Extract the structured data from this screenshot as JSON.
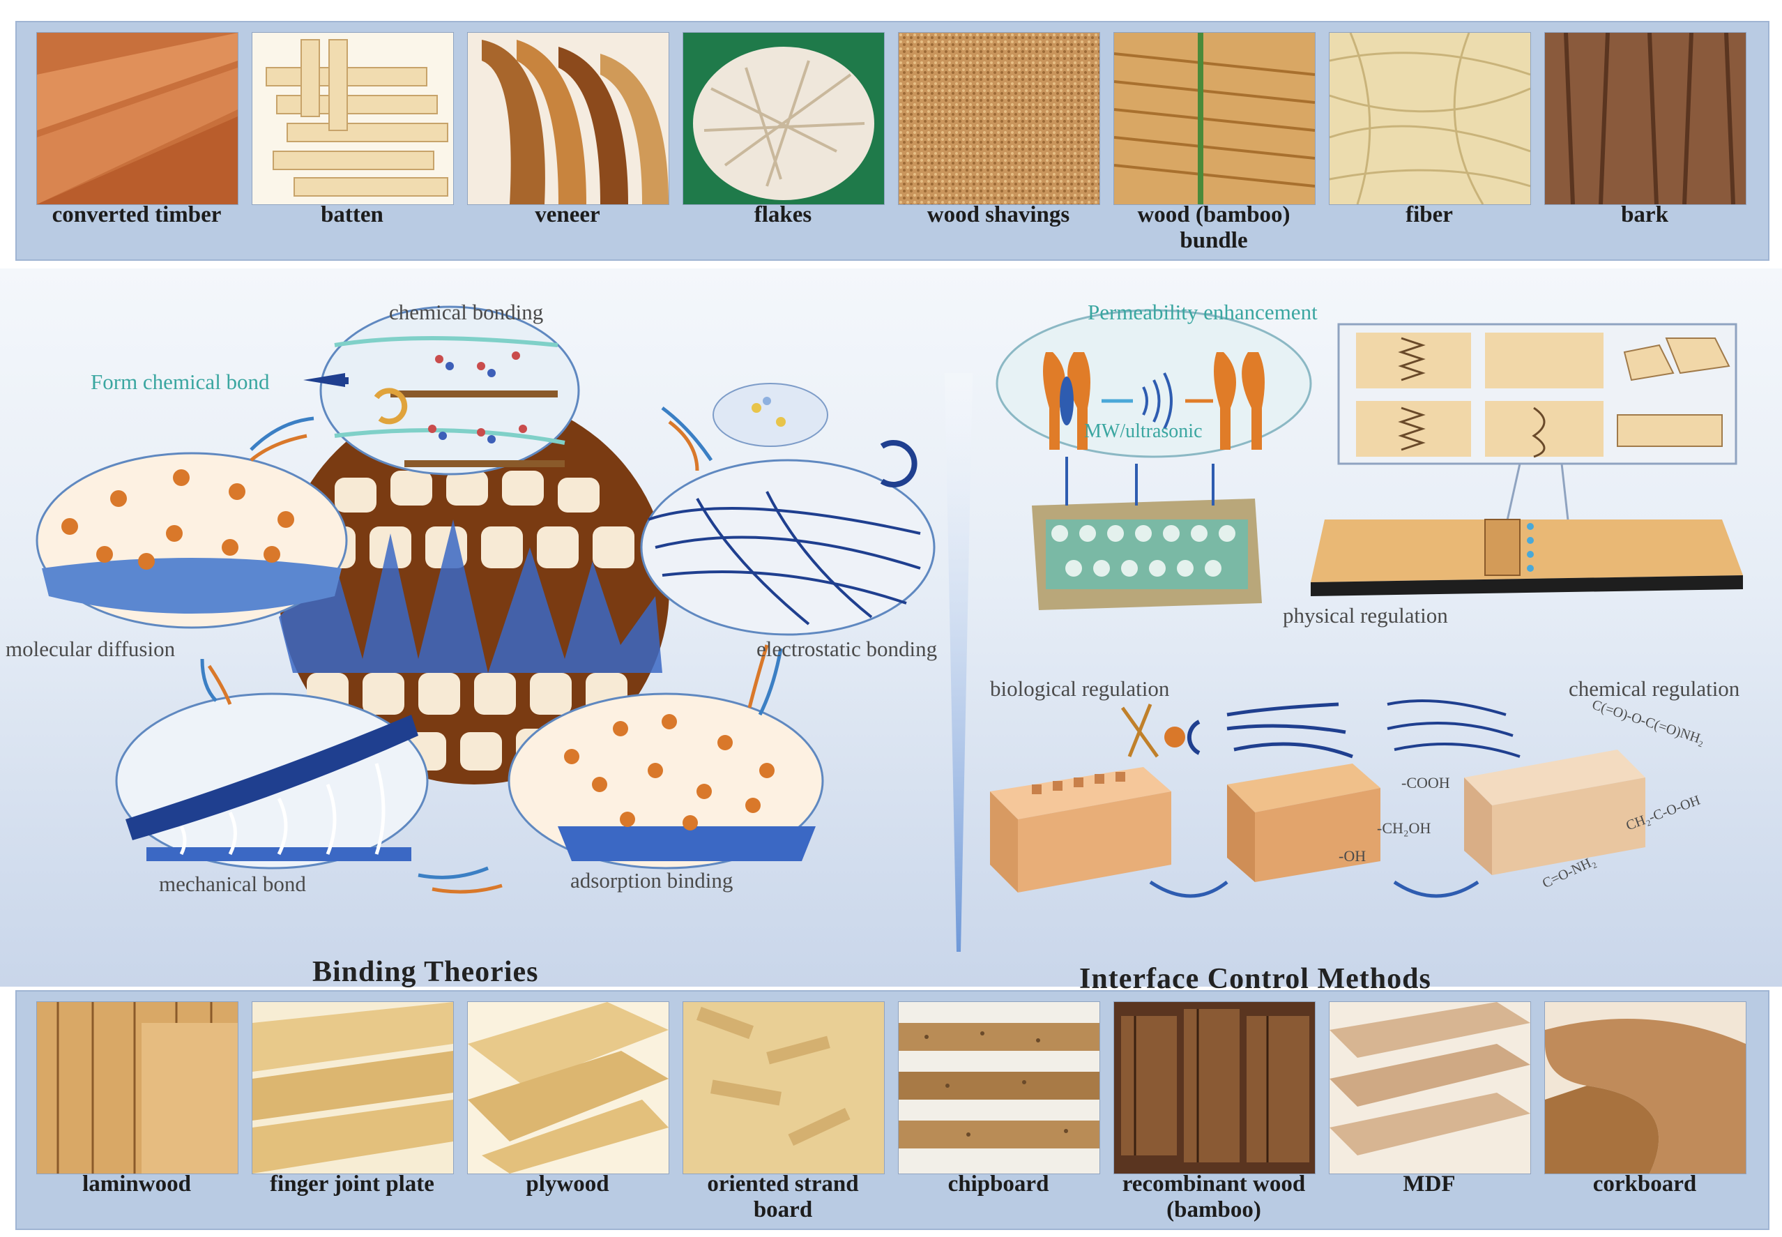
{
  "top_row": [
    {
      "label": "converted timber",
      "icon": "timber-plank-photo"
    },
    {
      "label": "batten",
      "icon": "batten-photo"
    },
    {
      "label": "veneer",
      "icon": "veneer-photo"
    },
    {
      "label": "flakes",
      "icon": "flakes-photo"
    },
    {
      "label": "wood shavings",
      "icon": "shavings-photo"
    },
    {
      "label": "wood (bamboo) bundle",
      "icon": "bamboo-bundle-photo"
    },
    {
      "label": "fiber",
      "icon": "fiber-photo"
    },
    {
      "label": "bark",
      "icon": "bark-photo"
    }
  ],
  "bottom_row": [
    {
      "label": "laminwood",
      "icon": "laminwood-photo"
    },
    {
      "label": "finger joint plate",
      "icon": "finger-joint-plate-photo"
    },
    {
      "label": "plywood",
      "icon": "plywood-photo"
    },
    {
      "label": "oriented strand board",
      "icon": "osb-photo"
    },
    {
      "label": "chipboard",
      "icon": "chipboard-photo"
    },
    {
      "label": "recombinant wood (bamboo)",
      "icon": "recombinant-wood-photo"
    },
    {
      "label": "MDF",
      "icon": "mdf-photo"
    },
    {
      "label": "corkboard",
      "icon": "corkboard-photo"
    }
  ],
  "binding": {
    "heading": "Binding Theories",
    "chemical_bonding": "chemical bonding",
    "form_bond": "Form chemical bond",
    "molecular_diffusion": "molecular diffusion",
    "electrostatic_bonding": "electrostatic bonding",
    "mechanical_bond": "mechanical bond",
    "adsorption_binding": "adsorption binding"
  },
  "control": {
    "heading": "Interface Control Methods",
    "permeability": "Permeability enhancement",
    "mw_ultrasonic": "MW/ultrasonic",
    "physical_regulation": "physical regulation",
    "biological_regulation": "biological regulation",
    "chemical_regulation": "chemical regulation",
    "cooh": "-COOH",
    "ch2oh": "-CH₂OH",
    "oh": "-OH",
    "group_a": "C(=O)-O-C(=O)NH₂",
    "group_b": "CH₂-C-O-OH",
    "group_c": "C=O-NH₂"
  },
  "colors": {
    "band": "#b9cbe3",
    "wood_light": "#f1d7a8",
    "wood_dark": "#7a3b12",
    "blue_dark": "#1f3f8f",
    "teal_text": "#3aa6a0",
    "orange": "#d9782a"
  }
}
